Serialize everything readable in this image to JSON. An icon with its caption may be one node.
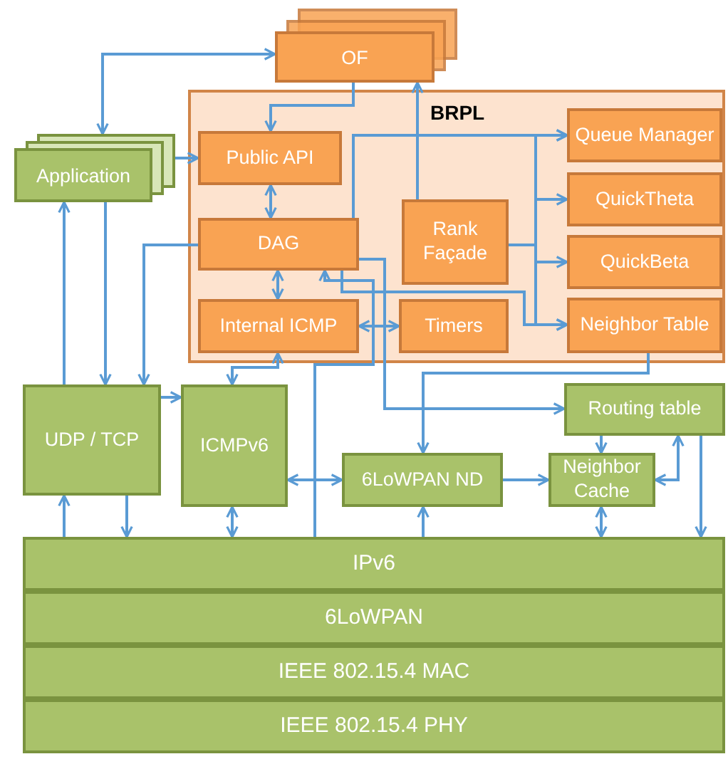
{
  "diagram": {
    "nodes": [
      {
        "text": [
          "OF"
        ]
      },
      {
        "text": [
          "BRPL"
        ]
      },
      {
        "text": [
          "Public API"
        ],
        "in": 1
      },
      {
        "text": [
          "DAG"
        ],
        "in": 1
      },
      {
        "text": [
          "Internal ICMP"
        ],
        "in": 1
      },
      {
        "text": [
          "Rank Façade"
        ],
        "in": 1
      },
      {
        "text": [
          "Timers"
        ],
        "in": 1
      },
      {
        "text": [
          "Queue Manager"
        ],
        "in": 1
      },
      {
        "text": [
          "QuickTheta"
        ],
        "in": 1
      },
      {
        "text": [
          "QuickBeta"
        ],
        "in": 1
      },
      {
        "text": [
          "Neighbor Table"
        ],
        "in": 1
      },
      {
        "text": [
          "Application"
        ]
      },
      {
        "text": [
          "UDP / TCP"
        ]
      },
      {
        "text": [
          "ICMPv6"
        ]
      },
      {
        "text": [
          "6LoWPAN ND"
        ]
      },
      {
        "text": [
          "Routing table"
        ]
      },
      {
        "text": [
          "Neighbor Cache"
        ]
      },
      {
        "text": [
          "IPv6"
        ]
      },
      {
        "text": [
          "6LoWPAN"
        ]
      },
      {
        "text": [
          "IEEE 802.15.4 MAC"
        ]
      },
      {
        "text": [
          "IEEE 802.15.4 PHY"
        ]
      }
    ],
    "edges": [
      {
        "from": 11,
        "to": 0,
        "arrow": "both"
      },
      {
        "from": 0,
        "to": 2,
        "arrow": "to"
      },
      {
        "from": 11,
        "to": 2,
        "arrow": "to"
      },
      {
        "from": 2,
        "to": 3,
        "arrow": "both"
      },
      {
        "from": 5,
        "to": 0,
        "arrow": "to"
      },
      {
        "from": 3,
        "to": 7,
        "arrow": "to"
      },
      {
        "from": 5,
        "to": 7,
        "arrow": "to"
      },
      {
        "from": 5,
        "to": 8,
        "arrow": "to"
      },
      {
        "from": 5,
        "to": 9,
        "arrow": "to"
      },
      {
        "from": 5,
        "to": 10,
        "arrow": "to"
      },
      {
        "from": 3,
        "to": 10,
        "arrow": "to"
      },
      {
        "from": 3,
        "to": 4,
        "arrow": "both"
      },
      {
        "from": 17,
        "to": 3,
        "arrow": "to"
      },
      {
        "from": 3,
        "to": 15,
        "arrow": "to"
      },
      {
        "from": 4,
        "to": 6,
        "arrow": "both"
      },
      {
        "from": 4,
        "to": 13,
        "arrow": "both"
      },
      {
        "from": 10,
        "to": 14,
        "arrow": "to"
      },
      {
        "from": 11,
        "to": 12,
        "arrow": "to"
      },
      {
        "from": 12,
        "to": 11,
        "arrow": "to"
      },
      {
        "from": 3,
        "to": 12,
        "arrow": "to"
      },
      {
        "from": 12,
        "to": 13,
        "arrow": "to"
      },
      {
        "from": 17,
        "to": 12,
        "arrow": "to"
      },
      {
        "from": 12,
        "to": 17,
        "arrow": "to"
      },
      {
        "from": 13,
        "to": 17,
        "arrow": "both"
      },
      {
        "from": 13,
        "to": 14,
        "arrow": "both"
      },
      {
        "from": 17,
        "to": 14,
        "arrow": "to"
      },
      {
        "from": 14,
        "to": 16,
        "arrow": "to"
      },
      {
        "from": 15,
        "to": 16,
        "arrow": "to"
      },
      {
        "from": 16,
        "to": 15,
        "arrow": "both"
      },
      {
        "from": 15,
        "to": 17,
        "arrow": "to"
      },
      {
        "from": 16,
        "to": 17,
        "arrow": "both"
      }
    ]
  }
}
